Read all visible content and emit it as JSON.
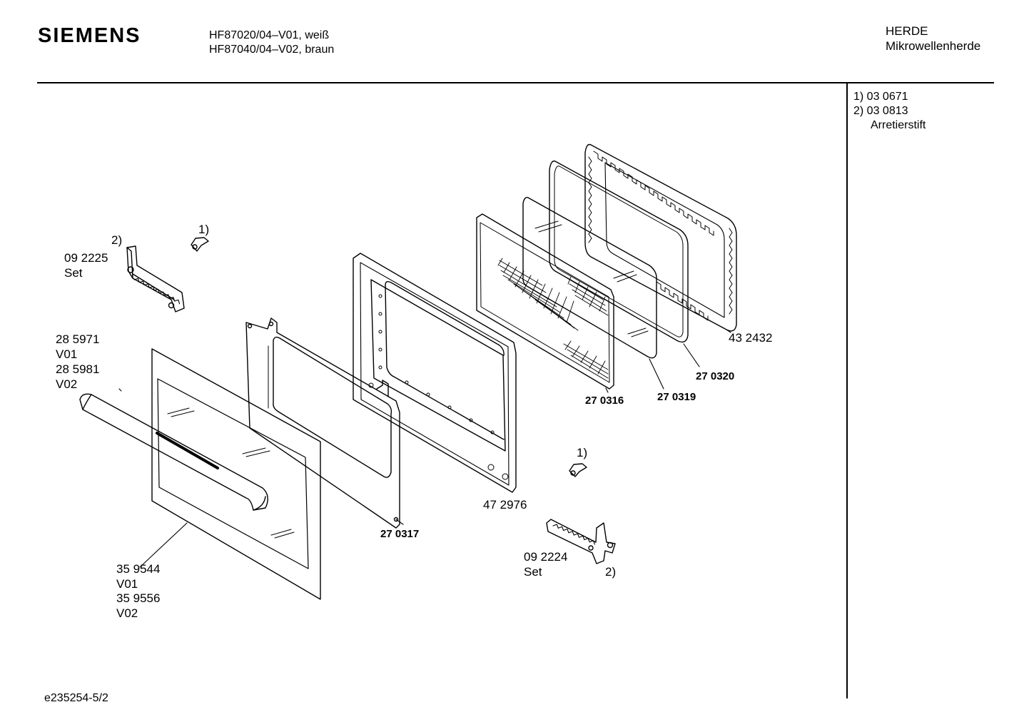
{
  "header": {
    "brand": "SIEMENS",
    "model_lines": [
      "HF87020/04–V01, weiß",
      "HF87040/04–V02, braun"
    ],
    "category": "HERDE",
    "subcategory": "Mikrowellenherde"
  },
  "notes": [
    "1)  03 0671",
    "2)  03 0813",
    "Arretierstift"
  ],
  "footer": {
    "doc_id": "e235254-5/2"
  },
  "parts": {
    "hinge_left": [
      "2)",
      "09 2225",
      "Set"
    ],
    "pin_top": "1)",
    "door_outer": [
      "28 5971",
      "V01",
      "28 5981",
      "V02"
    ],
    "door_glass": [
      "35 9544",
      "V01",
      "35 9556",
      "V02"
    ],
    "inner_frame": "27 0317",
    "door_frame": "47 2976",
    "pin_bottom": "1)",
    "hinge_right": [
      "09 2224",
      "Set",
      "2)"
    ],
    "screen_panel": "27 0316",
    "glass_pane": "27 0319",
    "seal": "27 0320",
    "choke_frame": "43 2432"
  }
}
